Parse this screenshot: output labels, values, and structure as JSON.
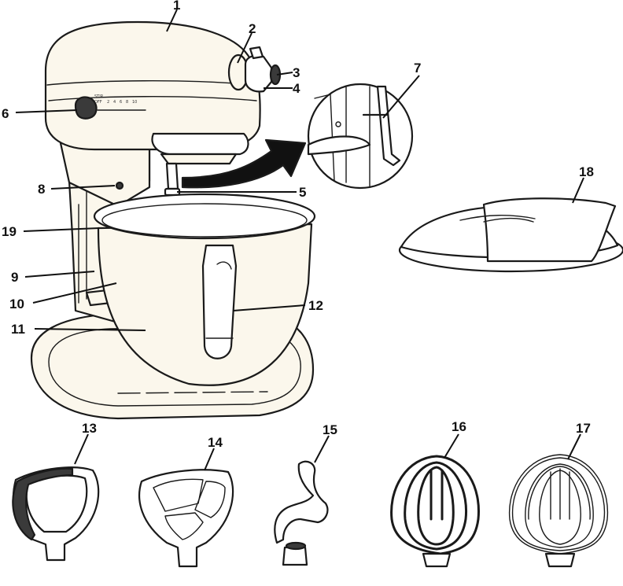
{
  "figure": {
    "speed_scale": {
      "label_lines": [
        "STIR",
        "OFF"
      ],
      "marks": [
        "2",
        "4",
        "6",
        "8",
        "10"
      ]
    }
  },
  "callouts": [
    {
      "id": "1",
      "label": "1"
    },
    {
      "id": "2",
      "label": "2"
    },
    {
      "id": "3",
      "label": "3"
    },
    {
      "id": "4",
      "label": "4"
    },
    {
      "id": "5",
      "label": "5"
    },
    {
      "id": "6",
      "label": "6"
    },
    {
      "id": "7",
      "label": "7"
    },
    {
      "id": "8",
      "label": "8"
    },
    {
      "id": "9",
      "label": "9"
    },
    {
      "id": "10",
      "label": "10"
    },
    {
      "id": "11",
      "label": "11"
    },
    {
      "id": "12",
      "label": "12"
    },
    {
      "id": "13",
      "label": "13"
    },
    {
      "id": "14",
      "label": "14"
    },
    {
      "id": "15",
      "label": "15"
    },
    {
      "id": "16",
      "label": "16"
    },
    {
      "id": "17",
      "label": "17"
    },
    {
      "id": "18",
      "label": "18"
    },
    {
      "id": "19",
      "label": "19"
    }
  ]
}
